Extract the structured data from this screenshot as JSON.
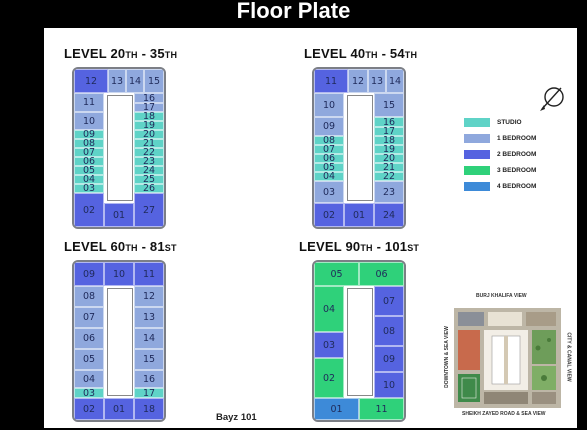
{
  "title": "Floor Plate",
  "brand": "Bayz 101",
  "colors": {
    "studio": "#5fd3c7",
    "one_bedroom": "#8fa8dd",
    "two_bedroom": "#5563e0",
    "three_bedroom": "#2fd17a",
    "four_bedroom": "#3d8ad8"
  },
  "compass": {
    "icon": "north-arrow-icon"
  },
  "legend": [
    {
      "key": "studio",
      "label": "STUDIO"
    },
    {
      "key": "one_bedroom",
      "label": "1 BEDROOM"
    },
    {
      "key": "two_bedroom",
      "label": "2 BEDROOM"
    },
    {
      "key": "three_bedroom",
      "label": "3 BEDROOM"
    },
    {
      "key": "four_bedroom",
      "label": "4 BEDROOM"
    }
  ],
  "plans": [
    {
      "level": {
        "word": "LEVEL ",
        "from": "20",
        "from_sfx": "TH",
        "sep": " - ",
        "to": "35",
        "to_sfx": "TH"
      },
      "units": [
        "12",
        "13",
        "14",
        "15",
        "16",
        "17",
        "18",
        "19",
        "20",
        "21",
        "22",
        "23",
        "24",
        "25",
        "26",
        "27",
        "01",
        "02",
        "03",
        "04",
        "05",
        "06",
        "07",
        "08",
        "09",
        "10",
        "11"
      ]
    },
    {
      "level": {
        "word": "LEVEL ",
        "from": "40",
        "from_sfx": "TH",
        "sep": " - ",
        "to": "54",
        "to_sfx": "TH"
      },
      "units": [
        "11",
        "12",
        "13",
        "14",
        "15",
        "16",
        "17",
        "18",
        "19",
        "20",
        "21",
        "22",
        "23",
        "24",
        "01",
        "02",
        "03",
        "04",
        "05",
        "06",
        "07",
        "08",
        "09",
        "10"
      ]
    },
    {
      "level": {
        "word": "LEVEL ",
        "from": "60",
        "from_sfx": "TH",
        "sep": " - ",
        "to": "81",
        "to_sfx": "ST"
      },
      "units": [
        "09",
        "10",
        "11",
        "12",
        "13",
        "14",
        "15",
        "16",
        "17",
        "18",
        "01",
        "02",
        "03",
        "04",
        "05",
        "06",
        "07",
        "08"
      ]
    },
    {
      "level": {
        "word": "LEVEL ",
        "from": "90",
        "from_sfx": "TH",
        "sep": " - ",
        "to": "101",
        "to_sfx": "ST"
      },
      "units": [
        "05",
        "06",
        "07",
        "08",
        "09",
        "10",
        "11",
        "01",
        "02",
        "03",
        "04"
      ]
    }
  ],
  "site_plan": {
    "top": "BURJ KHALIFA VIEW",
    "bottom": "SHEIKH ZAYED ROAD & SEA VIEW",
    "left": "DOWNTOWN & SEA VIEW",
    "right": "CITY & CANAL VIEW"
  }
}
